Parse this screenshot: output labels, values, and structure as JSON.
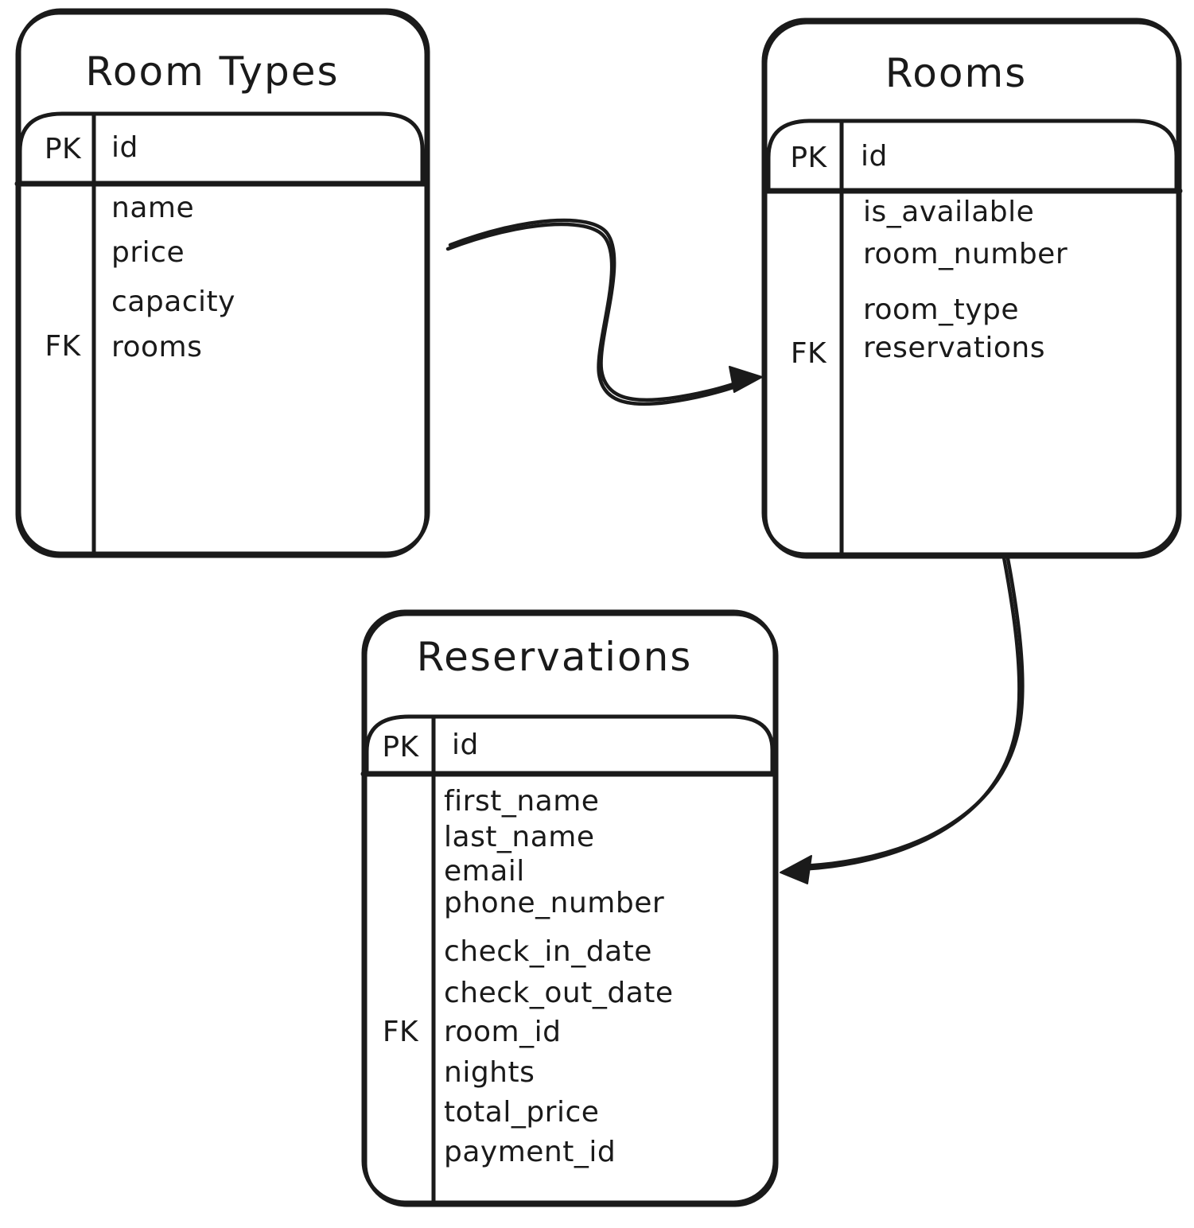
{
  "tables": [
    {
      "title": "Room Types",
      "header": {
        "key_label": "PK",
        "field": "id"
      },
      "rows": [
        {
          "key": "",
          "field": "name"
        },
        {
          "key": "",
          "field": "price"
        },
        {
          "key": "",
          "field": "capacity"
        },
        {
          "key": "FK",
          "field": "rooms"
        }
      ]
    },
    {
      "title": "Rooms",
      "header": {
        "key_label": "PK",
        "field": "id"
      },
      "rows": [
        {
          "key": "",
          "field": "is_available"
        },
        {
          "key": "",
          "field": "room_number"
        },
        {
          "key": "",
          "field": "room_type"
        },
        {
          "key": "FK",
          "field": "reservations"
        }
      ]
    },
    {
      "title": "Reservations",
      "header": {
        "key_label": "PK",
        "field": "id"
      },
      "rows": [
        {
          "key": "",
          "field": "first_name"
        },
        {
          "key": "",
          "field": "last_name"
        },
        {
          "key": "",
          "field": "email"
        },
        {
          "key": "",
          "field": "phone_number"
        },
        {
          "key": "",
          "field": "check_in_date"
        },
        {
          "key": "",
          "field": "check_out_date"
        },
        {
          "key": "FK",
          "field": "room_id"
        },
        {
          "key": "",
          "field": "nights"
        },
        {
          "key": "",
          "field": "total_price"
        },
        {
          "key": "",
          "field": "payment_id"
        }
      ]
    }
  ],
  "relations": [
    {
      "from": "Room Types",
      "to": "Rooms"
    },
    {
      "from": "Rooms",
      "to": "Reservations"
    }
  ],
  "colors": {
    "ink": "#1a1a1a",
    "background": "#ffffff"
  }
}
